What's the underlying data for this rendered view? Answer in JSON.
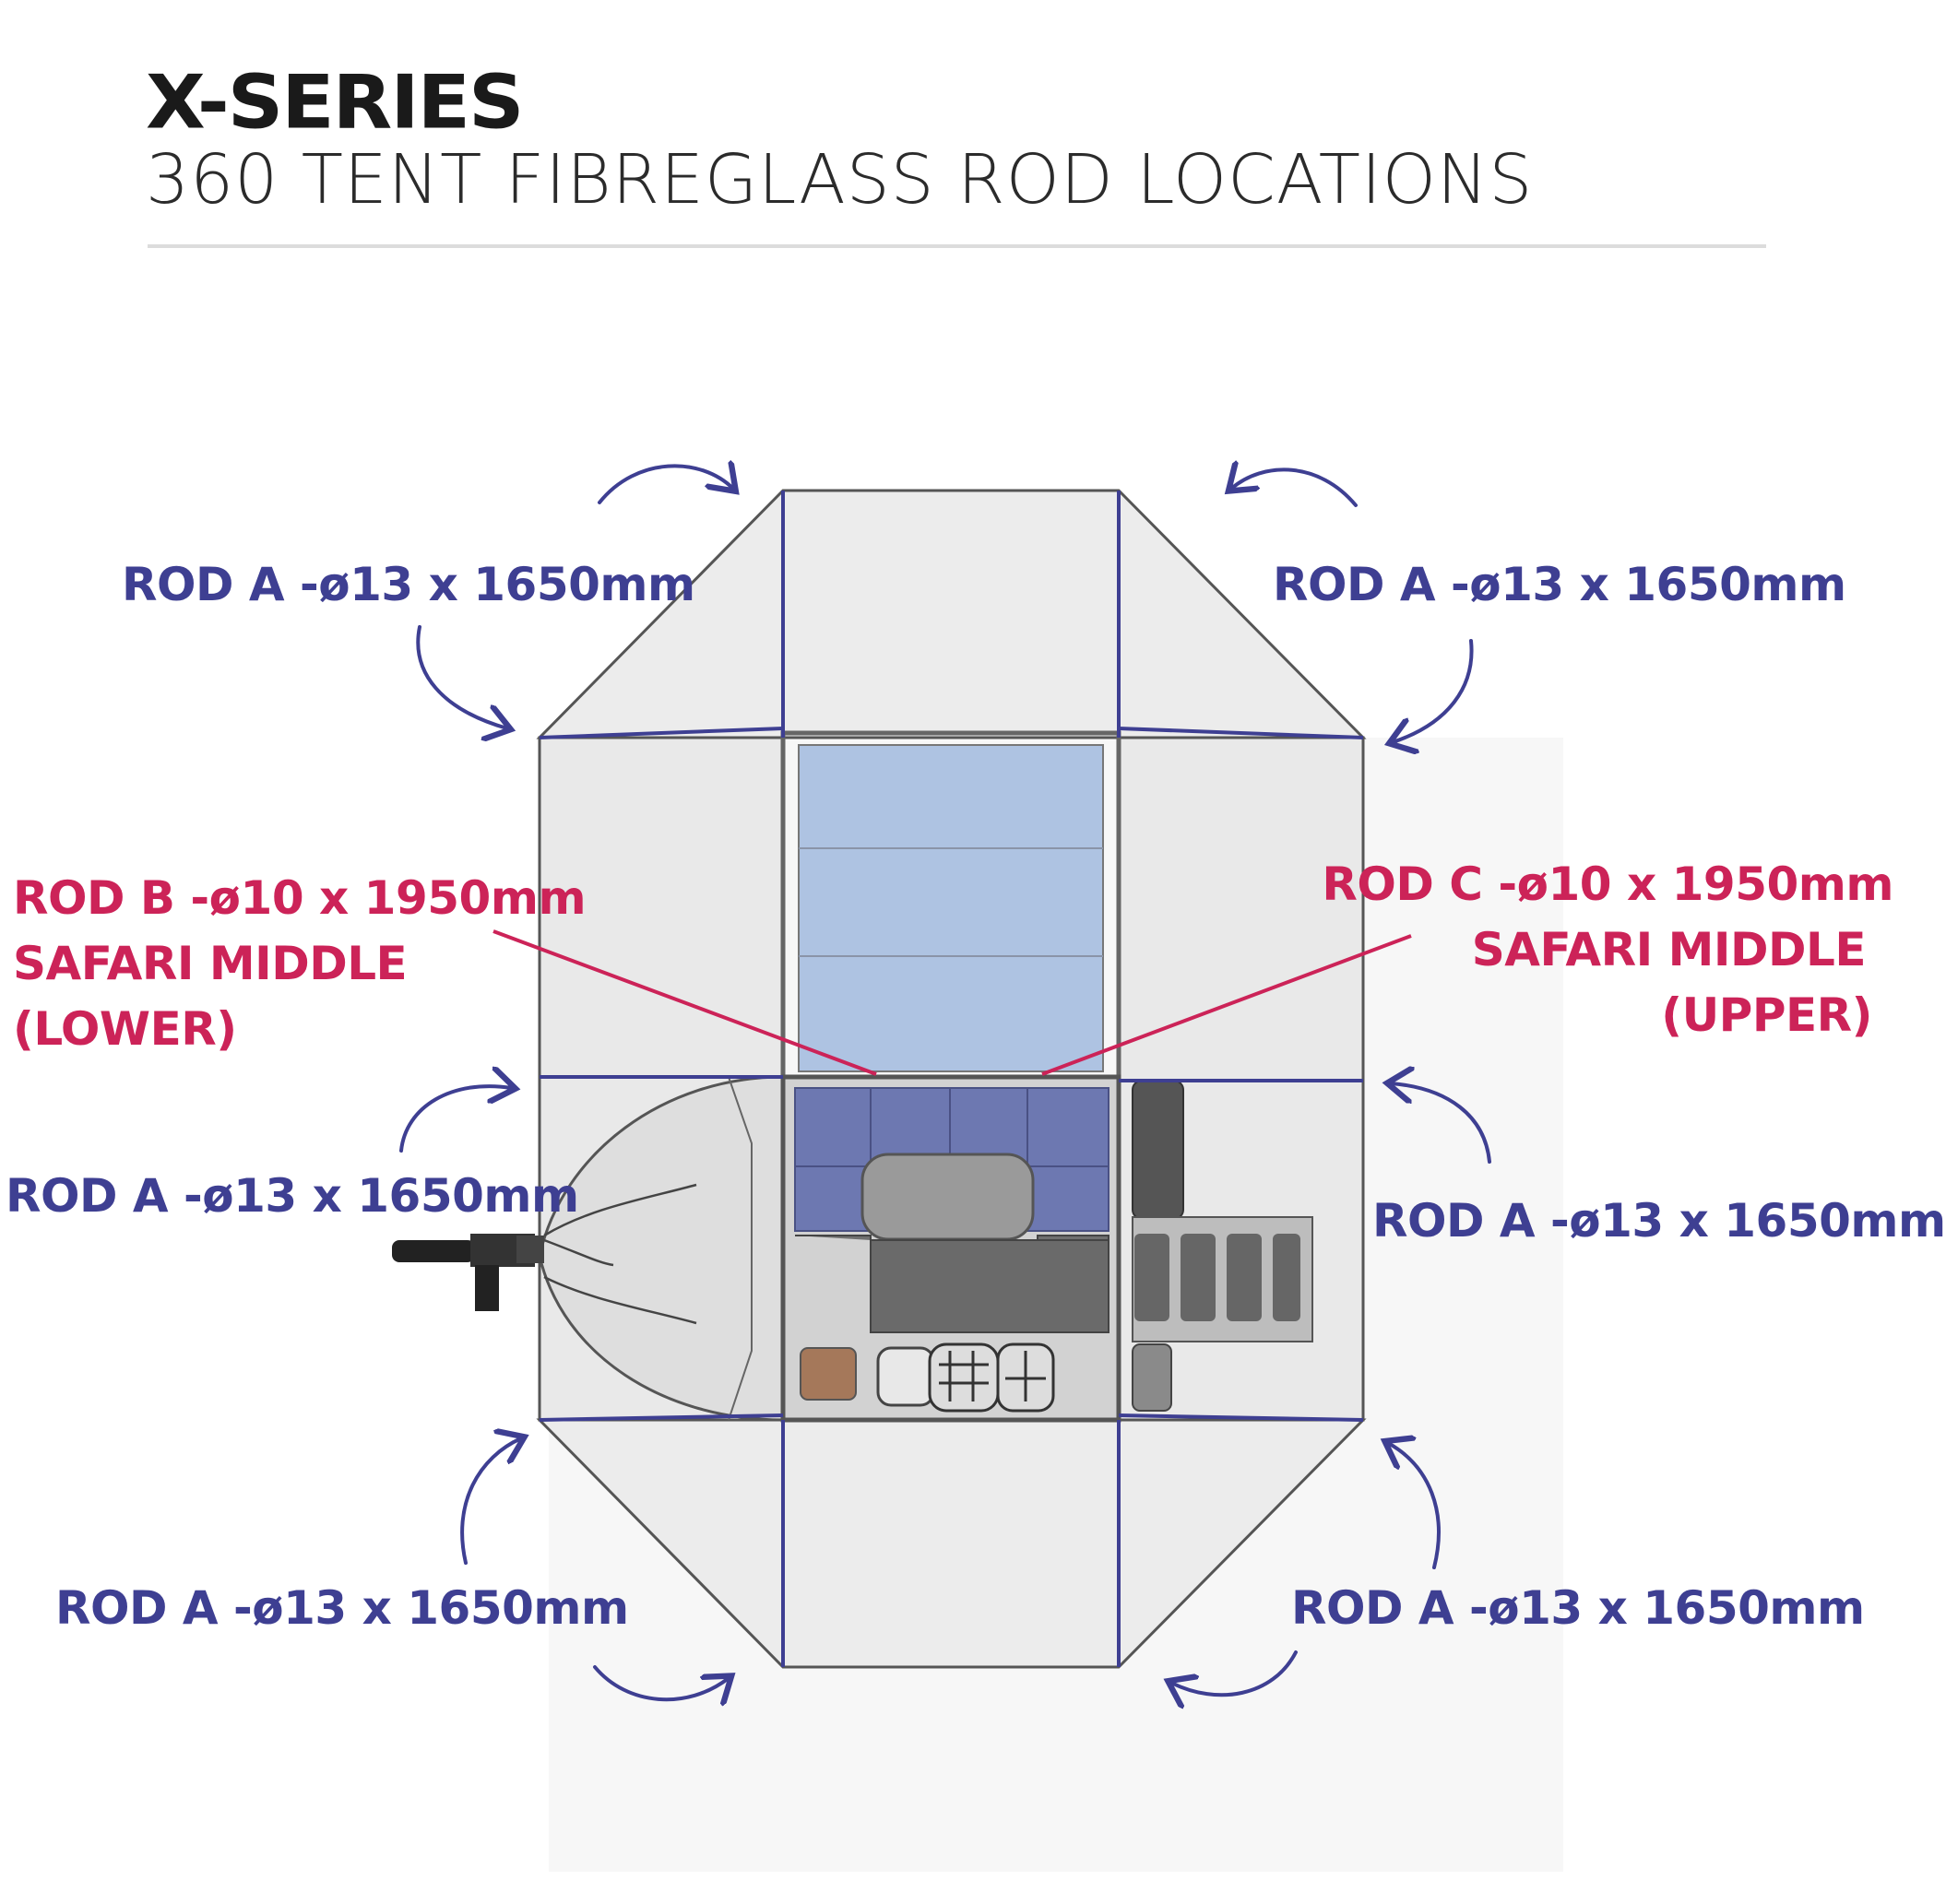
{
  "header": {
    "title": "X-SERIES",
    "subtitle": "360 TENT FIBREGLASS ROD LOCATIONS"
  },
  "colors": {
    "rod_a": "#3e3f92",
    "rod_bc": "#cc2358",
    "tent_fill": "#ececec",
    "bed_fill": "#aec3e2",
    "seat_fill": "#6d78b1"
  },
  "labels": {
    "rod_a_top_left": "ROD A -ø13 x 1650mm",
    "rod_a_top_right": "ROD A -ø13 x 1650mm",
    "rod_a_mid_left": "ROD A -ø13 x 1650mm",
    "rod_a_mid_right": "ROD A -ø13 x 1650mm",
    "rod_a_bottom_left": "ROD A -ø13 x 1650mm",
    "rod_a_bottom_right": "ROD A -ø13 x 1650mm",
    "rod_b": {
      "line1": "ROD B -ø10 x 1950mm",
      "line2": "SAFARI MIDDLE",
      "line3": "(LOWER)"
    },
    "rod_c": {
      "line1": "ROD C -ø10 x 1950mm",
      "line2": "SAFARI MIDDLE",
      "line3": "(UPPER)"
    }
  }
}
